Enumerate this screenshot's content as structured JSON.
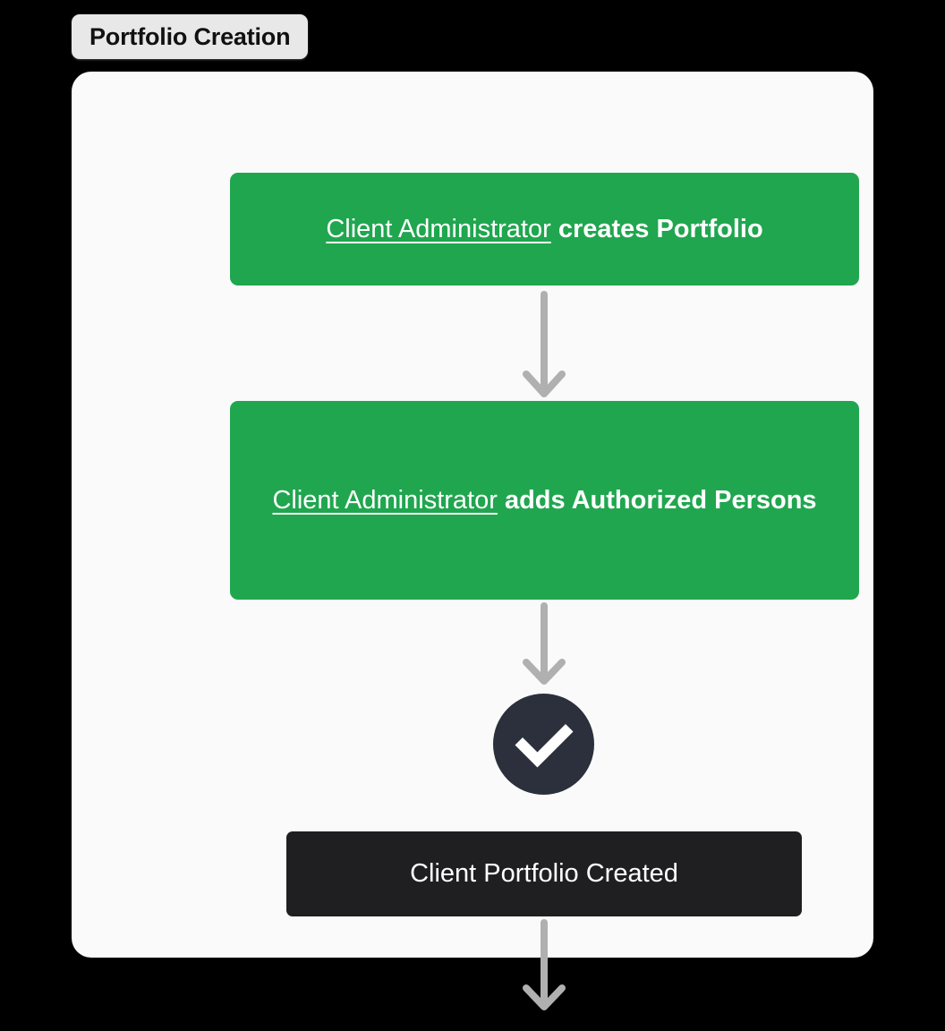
{
  "diagram": {
    "title": "Portfolio Creation",
    "colors": {
      "background": "#000000",
      "card": "#FAFAFA",
      "badge": "#E8E8E8",
      "green_node": "#20A64F",
      "dark_node": "#1F1F22",
      "check_circle": "#2B303C",
      "arrow": "#B0B0B0",
      "node_text": "#FFFFFF",
      "badge_text": "#111111"
    },
    "nodes": [
      {
        "id": "create-portfolio",
        "type": "green-step",
        "actor": "Client Administrator",
        "action": " creates Portfolio",
        "full_text": "Client Administrator creates Portfolio"
      },
      {
        "id": "add-authorized-persons",
        "type": "green-step",
        "actor": "Client Administrator",
        "action": " adds Authorized Persons",
        "full_text": "Client Administrator adds Authorized Persons"
      },
      {
        "id": "portfolio-created",
        "type": "dark-result",
        "label": "Client Portfolio Created"
      }
    ],
    "icons": [
      {
        "id": "success-check",
        "name": "check-circle-icon"
      }
    ],
    "arrows": [
      {
        "id": "arrow-1",
        "from": "create-portfolio",
        "to": "add-authorized-persons"
      },
      {
        "id": "arrow-2",
        "from": "add-authorized-persons",
        "to": "success-check"
      },
      {
        "id": "arrow-3",
        "from": "portfolio-created",
        "to": ""
      }
    ]
  }
}
